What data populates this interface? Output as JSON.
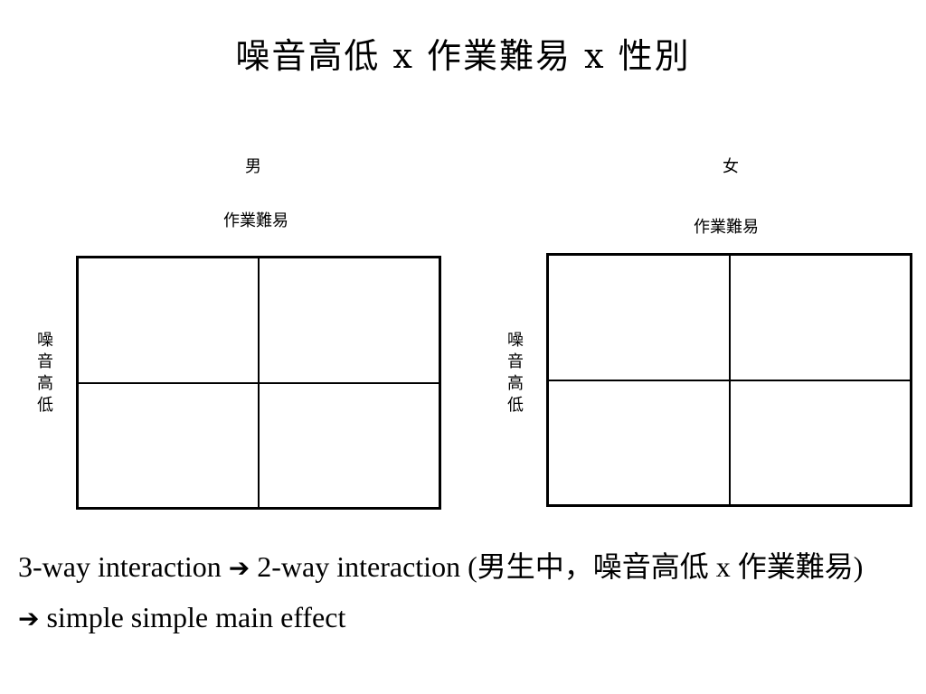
{
  "title": "噪音高低 x 作業難易 x 性別",
  "panels": [
    {
      "gender_label": "男",
      "column_factor_label": "作業難易",
      "row_factor_label": "噪音高低"
    },
    {
      "gender_label": "女",
      "column_factor_label": "作業難易",
      "row_factor_label": "噪音高低"
    }
  ],
  "caption": {
    "part1": "3-way interaction ",
    "arrow1": "➔",
    "part2": " 2-way interaction (男生中，噪音高低 x 作業難易) ",
    "arrow2": "➔",
    "part3": " simple simple main effect"
  }
}
